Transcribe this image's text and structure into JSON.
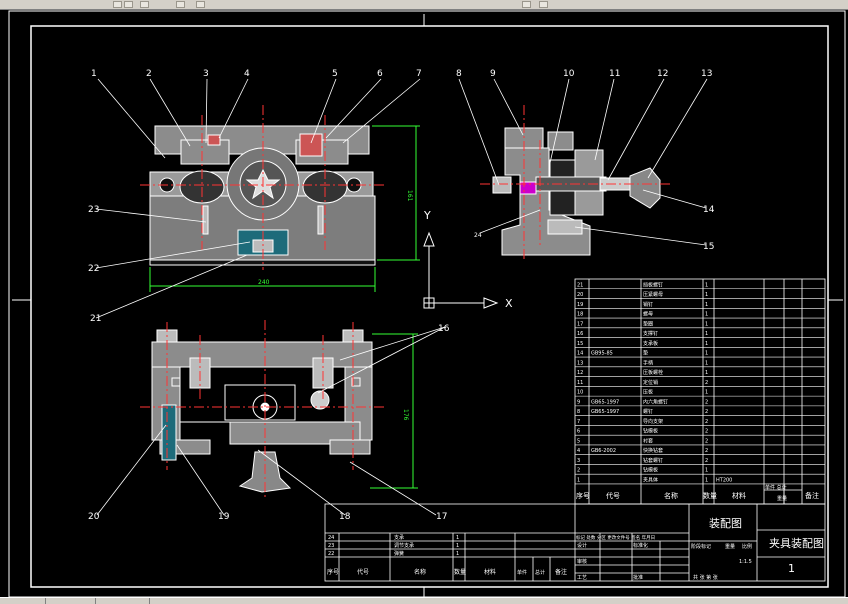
{
  "toolbar": {
    "buttons": [
      "undo-icon",
      "redo-icon",
      "open-icon",
      "save-icon",
      "print-icon",
      "scroll-right-icon",
      "close-icon"
    ]
  },
  "balloons": {
    "b1": "1",
    "b2": "2",
    "b3": "3",
    "b4": "4",
    "b5": "5",
    "b6": "6",
    "b7": "7",
    "b8": "8",
    "b9": "9",
    "b10": "10",
    "b11": "11",
    "b12": "12",
    "b13": "13",
    "b14": "14",
    "b15": "15",
    "b16": "16",
    "b17": "17",
    "b18": "18",
    "b19": "19",
    "b20": "20",
    "b21": "21",
    "b22": "22",
    "b23": "23",
    "b24": "24"
  },
  "dims": {
    "width_front": "240",
    "height_front": "161",
    "height_top": "176"
  },
  "ucs": {
    "y": "Y",
    "x": "X"
  },
  "bom": {
    "rows": [
      {
        "no": "21",
        "code": "",
        "name": "挡板螺钉",
        "qty": "1",
        "mat": ""
      },
      {
        "no": "20",
        "code": "",
        "name": "压紧螺母",
        "qty": "1",
        "mat": ""
      },
      {
        "no": "19",
        "code": "",
        "name": "销钉",
        "qty": "1",
        "mat": ""
      },
      {
        "no": "18",
        "code": "",
        "name": "螺母",
        "qty": "1",
        "mat": ""
      },
      {
        "no": "17",
        "code": "",
        "name": "垫圈",
        "qty": "1",
        "mat": ""
      },
      {
        "no": "16",
        "code": "",
        "name": "支撑钉",
        "qty": "1",
        "mat": ""
      },
      {
        "no": "15",
        "code": "",
        "name": "支承板",
        "qty": "1",
        "mat": ""
      },
      {
        "no": "14",
        "code": "GB95-85",
        "name": "垫",
        "qty": "1",
        "mat": ""
      },
      {
        "no": "13",
        "code": "",
        "name": "手柄",
        "qty": "1",
        "mat": ""
      },
      {
        "no": "12",
        "code": "",
        "name": "压板螺栓",
        "qty": "1",
        "mat": ""
      },
      {
        "no": "11",
        "code": "",
        "name": "定位销",
        "qty": "2",
        "mat": ""
      },
      {
        "no": "10",
        "code": "",
        "name": "压板",
        "qty": "1",
        "mat": ""
      },
      {
        "no": "9",
        "code": "GB65-1997",
        "name": "内六角螺钉",
        "qty": "2",
        "mat": ""
      },
      {
        "no": "8",
        "code": "GB65-1997",
        "name": "螺钉",
        "qty": "2",
        "mat": ""
      },
      {
        "no": "7",
        "code": "",
        "name": "导向支架",
        "qty": "2",
        "mat": ""
      },
      {
        "no": "6",
        "code": "",
        "name": "钻模板",
        "qty": "2",
        "mat": ""
      },
      {
        "no": "5",
        "code": "",
        "name": "衬套",
        "qty": "2",
        "mat": ""
      },
      {
        "no": "4",
        "code": "GB6-2002",
        "name": "快换钻套",
        "qty": "2",
        "mat": ""
      },
      {
        "no": "3",
        "code": "",
        "name": "钻套螺钉",
        "qty": "2",
        "mat": ""
      },
      {
        "no": "2",
        "code": "",
        "name": "钻模板",
        "qty": "1",
        "mat": ""
      },
      {
        "no": "1",
        "code": "",
        "name": "夹具体",
        "qty": "1",
        "mat": "HT200"
      }
    ],
    "header": {
      "no": "序号",
      "code": "代号",
      "name": "名称",
      "qty": "数量",
      "mat": "材料",
      "unit": "单件 总计",
      "weight": "重量",
      "note": "备注"
    }
  },
  "title_block": {
    "drawing_name": "装配图",
    "assembly_title": "夹具装配图",
    "sheet_no": "1",
    "scale": "1:1.5",
    "marks_label": "标记 处数 分区 更改文件号 签名 年月日",
    "design": "设计",
    "std": "标准化",
    "review": "审核",
    "craft": "工艺",
    "approve": "批准",
    "stage": "阶段标记",
    "weight": "重量",
    "ratio": "比例",
    "sheets": "共 张 第 张",
    "r24": {
      "no": "24",
      "name": "支承",
      "qty": "1"
    },
    "r23": {
      "no": "23",
      "name": "调节支承",
      "qty": "1"
    },
    "r22": {
      "no": "22",
      "name": "弹簧",
      "qty": "1"
    },
    "hdr": {
      "no": "序号",
      "code": "代号",
      "name": "名称",
      "qty": "数量",
      "mat": "材料",
      "single": "单件",
      "total": "总计",
      "note": "备注"
    }
  }
}
